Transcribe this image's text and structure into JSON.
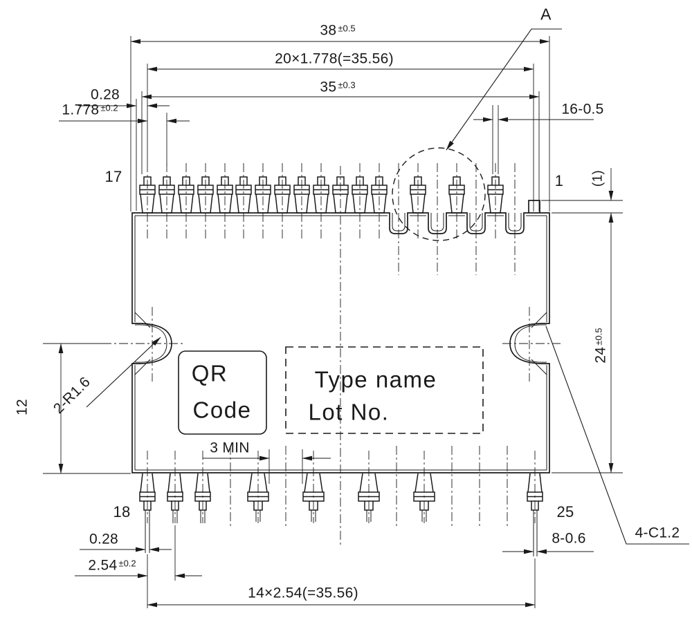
{
  "drawing": {
    "labels": {
      "detail": "A",
      "pin_top_left": "17",
      "pin_top_right": "1",
      "pin_bottom_left": "18",
      "pin_bottom_right": "25"
    },
    "dimensions": {
      "overall_width": {
        "main": "38",
        "tol": "±0.5"
      },
      "top_pitch_total": "20×1.778(=35.56)",
      "lead_span": {
        "main": "35",
        "tol": "±0.3"
      },
      "top_lead_offset": "0.28",
      "top_pitch": {
        "main": "1.778",
        "tol": "±0.2"
      },
      "top_lead_width": "16-0.5",
      "stub_height": "(1)",
      "body_height": {
        "main": "24",
        "tol": "±0.5"
      },
      "notch_position": "12",
      "notch_radius": "2-R1.6",
      "chamfer": "4-C1.2",
      "bottom_lead_width": "8-0.6",
      "min_clearance": "3 MIN",
      "bottom_lead_offset": "0.28",
      "bottom_pitch": {
        "main": "2.54",
        "tol": "±0.2"
      },
      "bottom_pitch_total": "14×2.54(=35.56)"
    },
    "marking": {
      "qr_line1": "QR",
      "qr_line2": "Code",
      "type_line1": "Type name",
      "type_line2": "Lot No."
    },
    "colors": {
      "line": "#1a1a1a",
      "background": "#ffffff"
    }
  }
}
